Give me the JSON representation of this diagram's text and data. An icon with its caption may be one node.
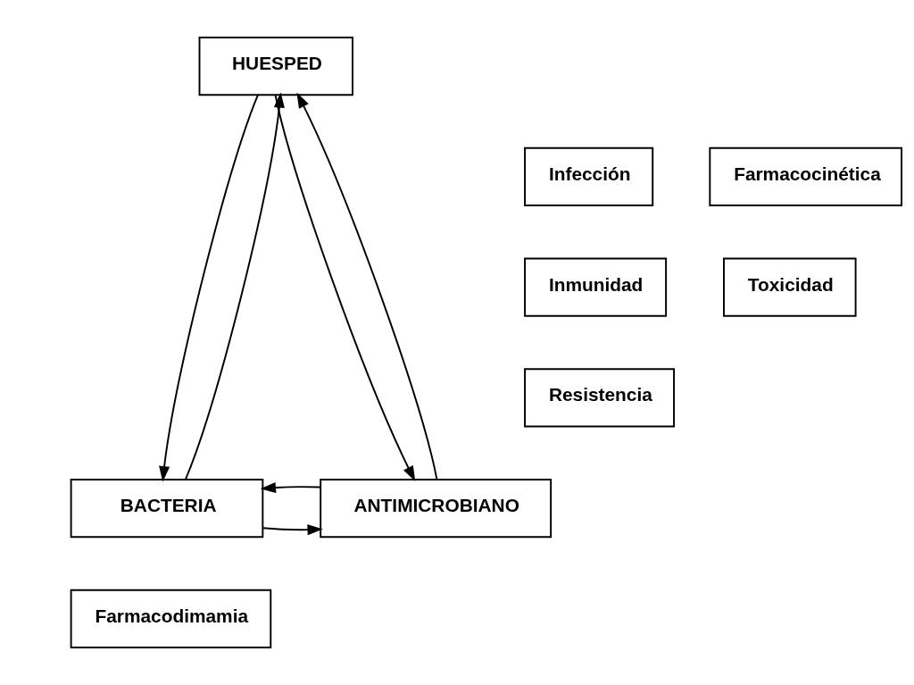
{
  "diagram": {
    "nodes": [
      {
        "text": [
          "HUESPED"
        ]
      },
      {
        "text": [
          "Infección"
        ]
      },
      {
        "text": [
          "Farmacocinética"
        ]
      },
      {
        "text": [
          "Inmunidad"
        ]
      },
      {
        "text": [
          "Toxicidad"
        ]
      },
      {
        "text": [
          "Resistencia"
        ]
      },
      {
        "text": [
          "BACTERIA"
        ]
      },
      {
        "text": [
          "ANTIMICROBIANO"
        ]
      },
      {
        "text": [
          "Farmacodimamia"
        ]
      }
    ],
    "edges": [
      {
        "from": 6,
        "to": 0,
        "arrow": "to"
      },
      {
        "from": 0,
        "to": 6,
        "arrow": "to"
      },
      {
        "from": 0,
        "to": 7,
        "arrow": "to"
      },
      {
        "from": 7,
        "to": 0,
        "arrow": "to"
      },
      {
        "from": 6,
        "to": 7,
        "arrow": "to"
      },
      {
        "from": 7,
        "to": 6,
        "arrow": "to"
      }
    ]
  }
}
